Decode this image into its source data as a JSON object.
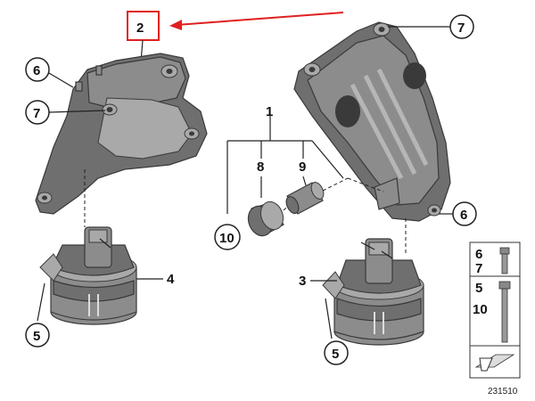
{
  "callouts": {
    "c1": "1",
    "c2": "2",
    "c3": "3",
    "c4": "4",
    "c5a": "5",
    "c5b": "5",
    "c6a": "6",
    "c6b": "6",
    "c7a": "7",
    "c7b": "7",
    "c8": "8",
    "c9": "9",
    "c10": "10"
  },
  "legend": {
    "row1": [
      "6",
      "7"
    ],
    "row2": [
      "5",
      "10"
    ]
  },
  "diagram_number": "231510",
  "colors": {
    "highlight_box": "#e02020",
    "arrow": "#e02020",
    "part_gray": "#7a7a7a"
  }
}
